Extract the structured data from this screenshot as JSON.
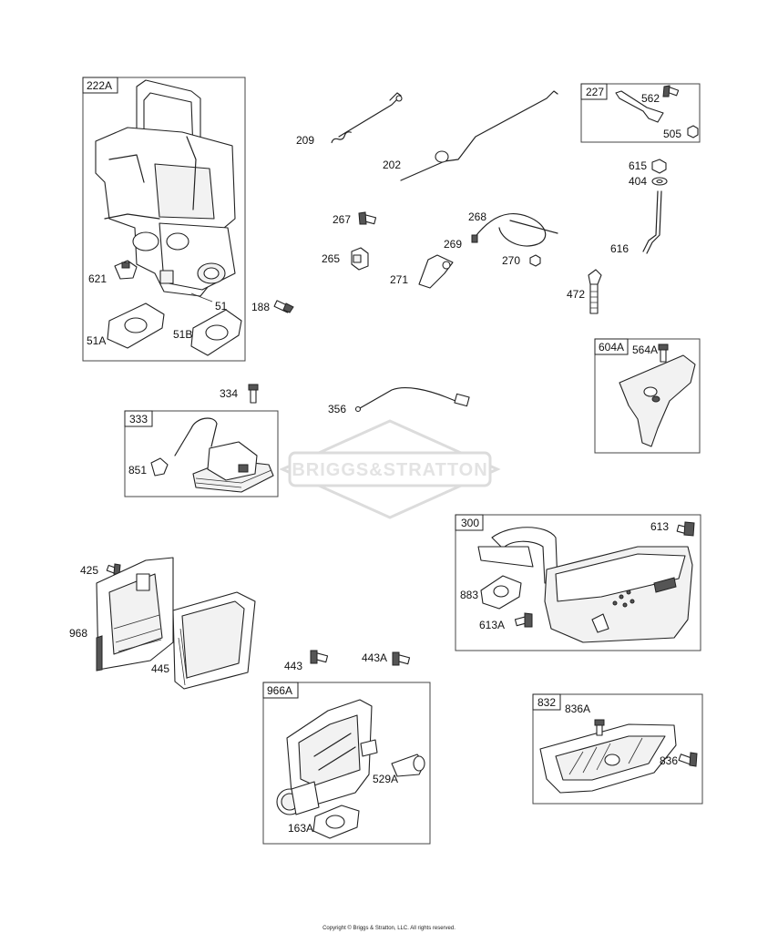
{
  "copyright": "Copyright © Briggs & Stratton, LLC. All rights reserved.",
  "watermark": "BRIGGS&STRATTON",
  "assemblies": {
    "a222A": "222A",
    "a227": "227",
    "a333": "333",
    "a604A": "604A",
    "a300": "300",
    "a966A": "966A",
    "a832": "832"
  },
  "parts": {
    "p621": "621",
    "p51": "51",
    "p51A": "51A",
    "p51B": "51B",
    "p209": "209",
    "p202": "202",
    "p267": "267",
    "p265": "265",
    "p268": "268",
    "p269": "269",
    "p270": "270",
    "p271": "271",
    "p188": "188",
    "p562": "562",
    "p505": "505",
    "p615": "615",
    "p404": "404",
    "p616": "616",
    "p472": "472",
    "p564A": "564A",
    "p334": "334",
    "p356": "356",
    "p851": "851",
    "p613": "613",
    "p883": "883",
    "p613A": "613A",
    "p425": "425",
    "p968": "968",
    "p445": "445",
    "p443": "443",
    "p443A": "443A",
    "p529A": "529A",
    "p163A": "163A",
    "p836A": "836A",
    "p836": "836"
  }
}
